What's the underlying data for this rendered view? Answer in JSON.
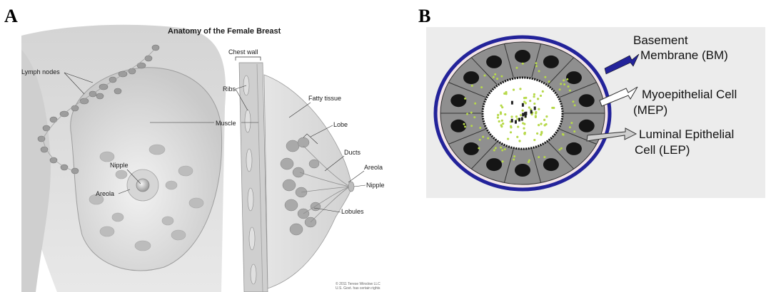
{
  "panel_a": {
    "letter": "A",
    "title": "Anatomy of the Female Breast",
    "labels": {
      "lymph_nodes": "Lymph nodes",
      "chest_wall": "Chest wall",
      "ribs": "Ribs",
      "fatty_tissue": "Fatty tissue",
      "muscle": "Muscle",
      "lobe": "Lobe",
      "ducts": "Ducts",
      "nipple_front": "Nipple",
      "areola_front": "Areola",
      "areola_side": "Areola",
      "nipple_side": "Nipple",
      "lobules": "Lobules"
    },
    "copyright_line1": "© 2011 Terese Winslow LLC",
    "copyright_line2": "U.S. Govt. has certain rights"
  },
  "panel_b": {
    "letter": "B",
    "labels": {
      "bm_line1": "Basement",
      "bm_line2": "Membrane (BM)",
      "mep_line1": "Myoepithelial Cell",
      "mep_line2": "(MEP)",
      "lep_line1": "Luminal Epithelial",
      "lep_line2": "Cell (LEP)"
    },
    "colors": {
      "basement_membrane": "#23239a",
      "myoepithelial": "#f3e4e8",
      "luminal_cells": "#8f8f8f",
      "nuclei": "#151515",
      "lumen_particles": "#b7d94a",
      "background": "#ececec"
    }
  }
}
